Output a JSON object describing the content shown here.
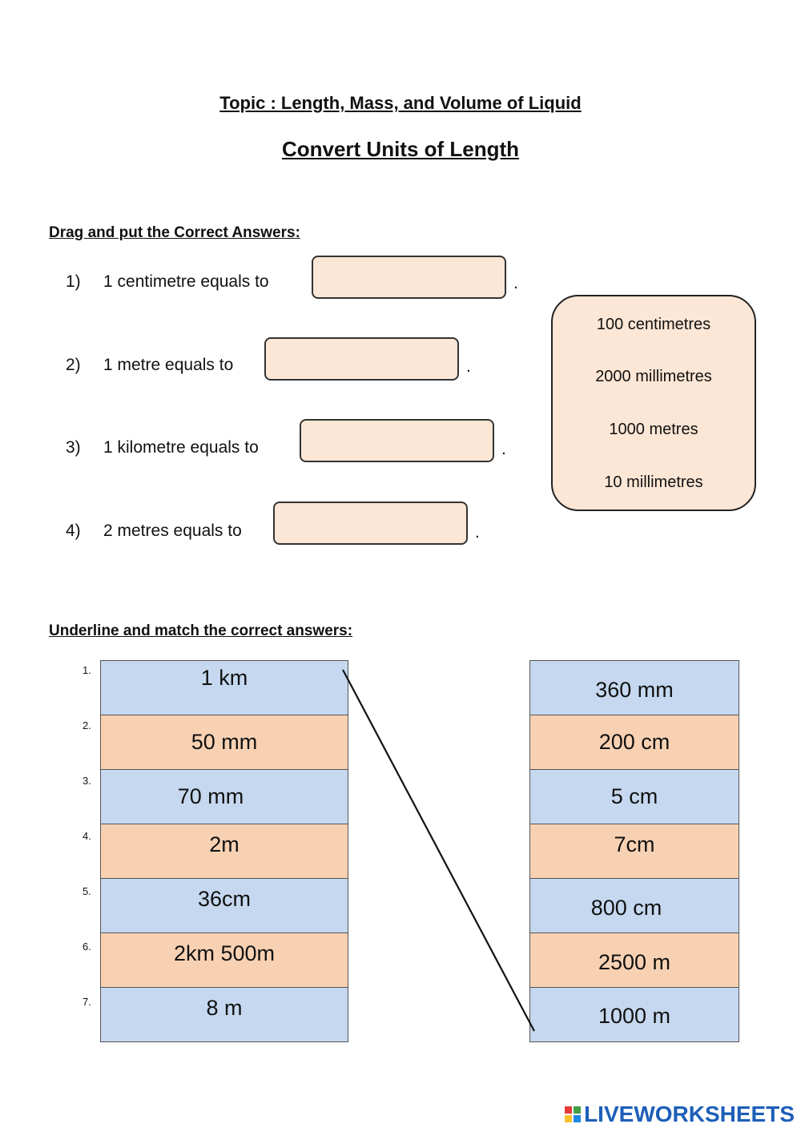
{
  "header": {
    "topic": "Topic : Length, Mass, and Volume of Liquid",
    "title": "Convert Units of Length"
  },
  "drag_section": {
    "heading": "Drag and put the Correct Answers:",
    "questions": [
      {
        "num": "1)",
        "text": "1 centimetre equals to",
        "period": "."
      },
      {
        "num": "2)",
        "text": "1 metre equals to",
        "period": "."
      },
      {
        "num": "3)",
        "text": "1 kilometre equals to",
        "period": "."
      },
      {
        "num": "4)",
        "text": "2 metres equals to",
        "period": "."
      }
    ],
    "word_bank": [
      "100 centimetres",
      "2000 millimetres",
      "1000 metres",
      "10 millimetres"
    ]
  },
  "match_section": {
    "heading": "Underline and match the correct answers:",
    "row_numbers": [
      "1.",
      "2.",
      "3.",
      "4.",
      "5.",
      "6.",
      "7."
    ],
    "left": [
      "1 km",
      "50 mm",
      "70 mm",
      "2m",
      "36cm",
      "2km 500m",
      "8 m"
    ],
    "right": [
      "360 mm",
      "200 cm",
      "5 cm",
      "7cm",
      "800 cm",
      "2500 m",
      "1000 m"
    ],
    "colors": {
      "blue": "#c5d8ef",
      "peach": "#f8d1b3"
    },
    "drawn_line": {
      "from": "1 km",
      "to": "1000 m"
    }
  },
  "footer": {
    "brand": "LIVEWORKSHEETS",
    "brand_icon": "liveworksheets-logo-icon"
  }
}
